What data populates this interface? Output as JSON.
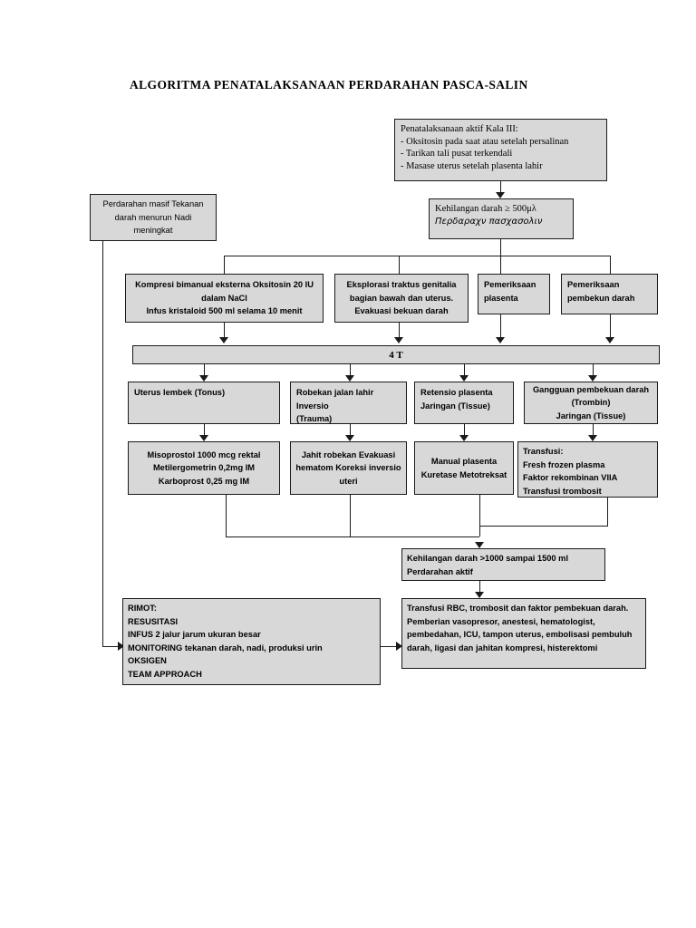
{
  "title": "ALGORITMA PENATALAKSANAAN PERDARAHAN PASCA-SALIN",
  "nodes": {
    "aktif_kala3": {
      "l1": "Penatalaksanaan aktif Kala III:",
      "l2": "- Oksitosin pada saat atau setelah persalinan",
      "l3": "- Tarikan tali pusat terkendali",
      "l4": "- Masase uterus setelah plasenta lahir"
    },
    "perdarahan_masif": {
      "l1": "Perdarahan masif Tekanan",
      "l2": "darah menurun Nadi",
      "l3": "meningkat"
    },
    "kehilangan_500": {
      "l1": "Kehilangan darah ≥ 500μλ",
      "l2": "Περδαραχν πασχασολιν"
    },
    "kompresi": {
      "l1": "Kompresi bimanual eksterna Oksitosin 20 IU",
      "l2": "dalam NaCl",
      "l3": "Infus kristaloid 500 ml selama 10 menit"
    },
    "eksplorasi": {
      "l1": "Eksplorasi traktus genitalia",
      "l2": "bagian bawah dan uterus.",
      "l3": "Evakuasi bekuan darah"
    },
    "periksa_plasenta": {
      "l1": "Pemeriksaan",
      "l2": "plasenta"
    },
    "periksa_pembekun": {
      "l1": "Pemeriksaan",
      "l2": "pembekun darah"
    },
    "four_t": {
      "label": "4 T"
    },
    "tonus": {
      "l1": "Uterus lembek (Tonus)"
    },
    "trauma": {
      "l1": "Robekan jalan lahir Inversio",
      "l2": "(Trauma)"
    },
    "tissue": {
      "l1": "Retensio plasenta",
      "l2": "Jaringan (Tissue)"
    },
    "trombin": {
      "l1": "Gangguan pembekuan darah",
      "l2": "(Trombin)",
      "l3": "Jaringan (Tissue)"
    },
    "rx_tonus": {
      "l1": "Misoprostol 1000 mcg rektal",
      "l2": "Metilergometrin 0,2mg IM",
      "l3": "Karboprost 0,25 mg IM"
    },
    "rx_trauma": {
      "l1": "Jahit robekan Evakuasi",
      "l2": "hematom Koreksi inversio",
      "l3": "uteri"
    },
    "rx_tissue": {
      "l1": "Manual plasenta",
      "l2": "Kuretase Metotreksat"
    },
    "rx_trombin": {
      "l1": "Transfusi:",
      "l2": "Fresh frozen plasma",
      "l3": "Faktor rekombinan VIIA",
      "l4": "Transfusi trombosit"
    },
    "kehilangan_1000": {
      "l1": "Kehilangan darah >1000 sampai 1500 ml",
      "l2": "Perdarahan aktif"
    },
    "rimot": {
      "l1": "RIMOT:",
      "l2": "RESUSITASI",
      "l3": "INFUS 2 jalur jarum ukuran besar",
      "l4": "MONITORING tekanan darah, nadi, produksi urin",
      "l5": "OKSIGEN",
      "l6": "TEAM APPROACH"
    },
    "transfusi_rbc": {
      "l1": "Transfusi RBC, trombosit dan faktor pembekuan darah.",
      "l2": "Pemberian vasopresor, anestesi, hematologist,",
      "l3": "pembedahan, ICU, tampon uterus, embolisasi pembuluh",
      "l4": "darah, ligasi dan jahitan kompresi, histerektomi"
    }
  },
  "colors": {
    "box_fill": "#d8d8d8",
    "box_border": "#1a1a1a",
    "page_bg": "#ffffff",
    "text": "#000000"
  }
}
